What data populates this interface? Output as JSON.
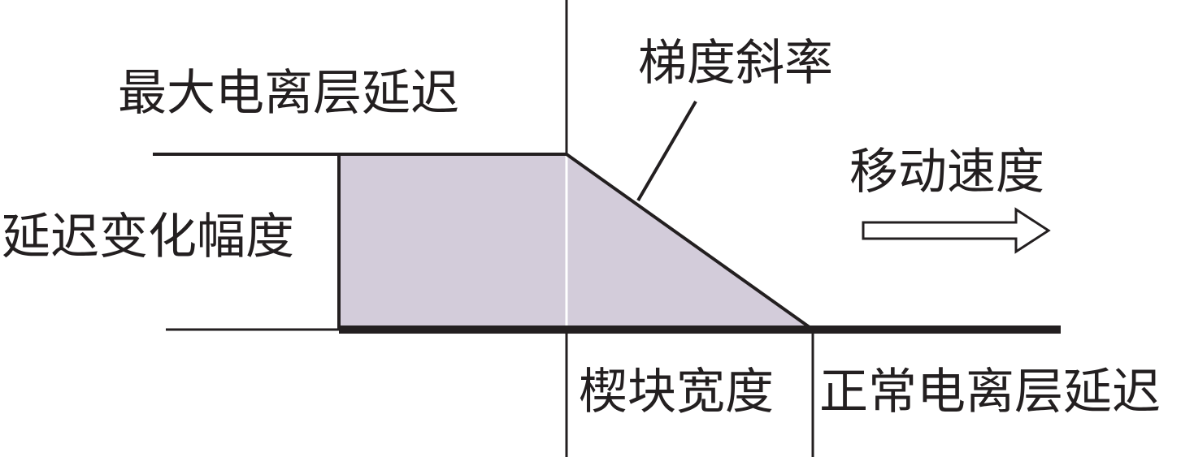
{
  "labels": {
    "max_delay": "最大电离层延迟",
    "gradient_slope": "梯度斜率",
    "moving_speed": "移动速度",
    "delay_amplitude": "延迟变化幅度",
    "wedge_width": "楔块宽度",
    "normal_delay": "正常电离层延迟"
  },
  "colors": {
    "fill": "#d3ccda",
    "line": "#231f20"
  }
}
